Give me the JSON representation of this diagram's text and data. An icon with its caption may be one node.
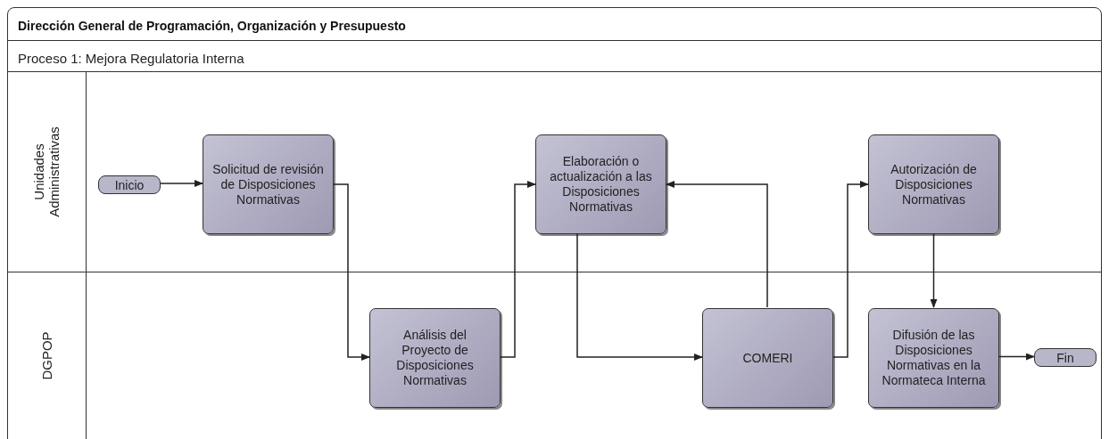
{
  "diagram": {
    "title": "Dirección General de Programación, Organización y Presupuesto",
    "nodes": [
      {
        "text": [
          "Unidades Administrativas"
        ]
      },
      {
        "text": [
          "DGPOP"
        ]
      },
      {
        "text": [
          "Inicio"
        ],
        "in": 0
      },
      {
        "text": [
          "Solicitud de revisión de Disposiciones Normativas"
        ],
        "in": 0
      },
      {
        "text": [
          "Elaboración o actualización a las Disposiciones Normativas"
        ],
        "in": 0
      },
      {
        "text": [
          "Autorización de Disposiciones Normativas"
        ],
        "in": 0
      },
      {
        "text": [
          "Análisis del Proyecto de Disposiciones Normativas"
        ],
        "in": 1
      },
      {
        "text": [
          "COMERI"
        ],
        "in": 1
      },
      {
        "text": [
          "Difusión de las Disposiciones Normativas en la Normateca Interna"
        ],
        "in": 1
      },
      {
        "text": [
          "Fin"
        ],
        "in": 1
      }
    ],
    "edges": [
      {
        "from": 2,
        "to": 3,
        "arrow": "to"
      },
      {
        "from": 3,
        "to": 6,
        "arrow": "to"
      },
      {
        "from": 6,
        "to": 4,
        "arrow": "to"
      },
      {
        "from": 4,
        "to": 7,
        "arrow": "to"
      },
      {
        "from": 7,
        "to": 4,
        "arrow": "to"
      },
      {
        "from": 7,
        "to": 5,
        "arrow": "to"
      },
      {
        "from": 5,
        "to": 8,
        "arrow": "to"
      },
      {
        "from": 8,
        "to": 9,
        "arrow": "to"
      }
    ],
    "labels": [
      "Proceso 1: Mejora Regulatoria Interna"
    ]
  }
}
